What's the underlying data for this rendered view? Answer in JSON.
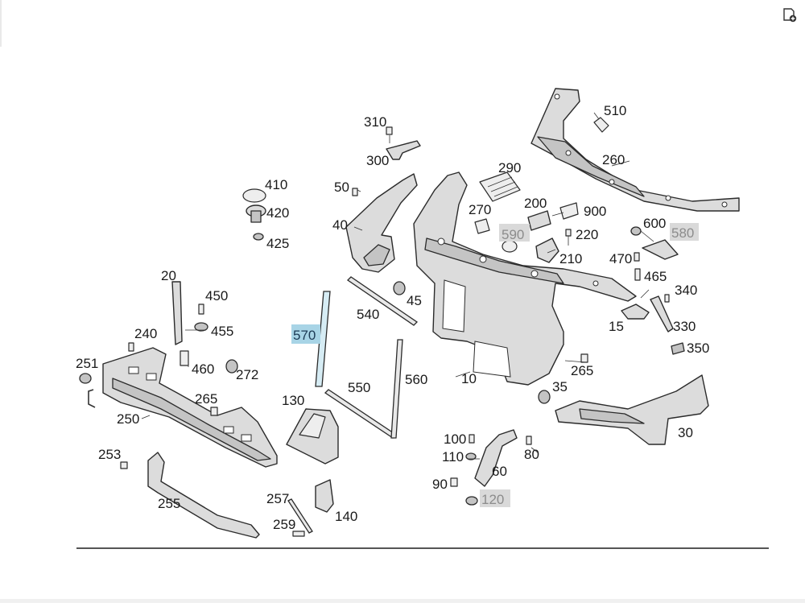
{
  "toolbar": {
    "add_icon": "page-add-icon"
  },
  "labels": {
    "l310": "310",
    "l300": "300",
    "l510": "510",
    "l260": "260",
    "l290": "290",
    "l410": "410",
    "l420": "420",
    "l425": "425",
    "l50": "50",
    "l40": "40",
    "l200": "200",
    "l900": "900",
    "l270": "270",
    "l590": "590",
    "l220": "220",
    "l600": "600",
    "l580": "580",
    "l210": "210",
    "l470": "470",
    "l465": "465",
    "l340": "340",
    "l20": "20",
    "l450": "450",
    "l455": "455",
    "l45": "45",
    "l540": "540",
    "l15": "15",
    "l330": "330",
    "l570": "570",
    "l240": "240",
    "l350": "350",
    "l251": "251",
    "l460": "460",
    "l272": "272",
    "l265a": "265",
    "l560": "560",
    "l10": "10",
    "l265b": "265",
    "l35": "35",
    "l550": "550",
    "l130": "130",
    "l250": "250",
    "l30": "30",
    "l100": "100",
    "l110": "110",
    "l80": "80",
    "l253": "253",
    "l60": "60",
    "l90": "90",
    "l257": "257",
    "l255": "255",
    "l120": "120",
    "l140": "140",
    "l259": "259"
  },
  "states": {
    "active_part": "570",
    "greyed_parts": [
      "590",
      "580",
      "120"
    ]
  },
  "colors": {
    "highlight": "#a8d4e6",
    "greyed_bg": "#d9d9d9"
  }
}
